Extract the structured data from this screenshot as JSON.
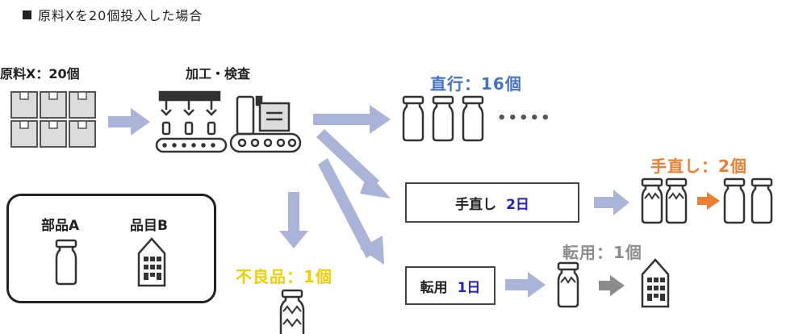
{
  "title": "原料Xを20個投入した場合",
  "labels": {
    "raw_material": "原料X：20個",
    "process": "加工・検査",
    "direct": "直行：16個",
    "rework_result": "手直し：2個",
    "diversion_result": "転用：1個",
    "defect": "不良品：1個"
  },
  "boxes": {
    "rework": {
      "label": "手直し",
      "days": "2日"
    },
    "diversion": {
      "label": "転用",
      "days": "1日"
    }
  },
  "legend": {
    "part_a": "部品A",
    "part_b": "品目B"
  },
  "direct_ellipsis": "•••••",
  "colors": {
    "arrow": "#a9b4d8",
    "direct": "#4472c4",
    "rework": "#ed7d31",
    "diversion": "#8c8c8c",
    "defect": "#f5d60a",
    "days": "#1f1fd0",
    "outline": "#333333",
    "box_fill": "#dcdcdc"
  }
}
